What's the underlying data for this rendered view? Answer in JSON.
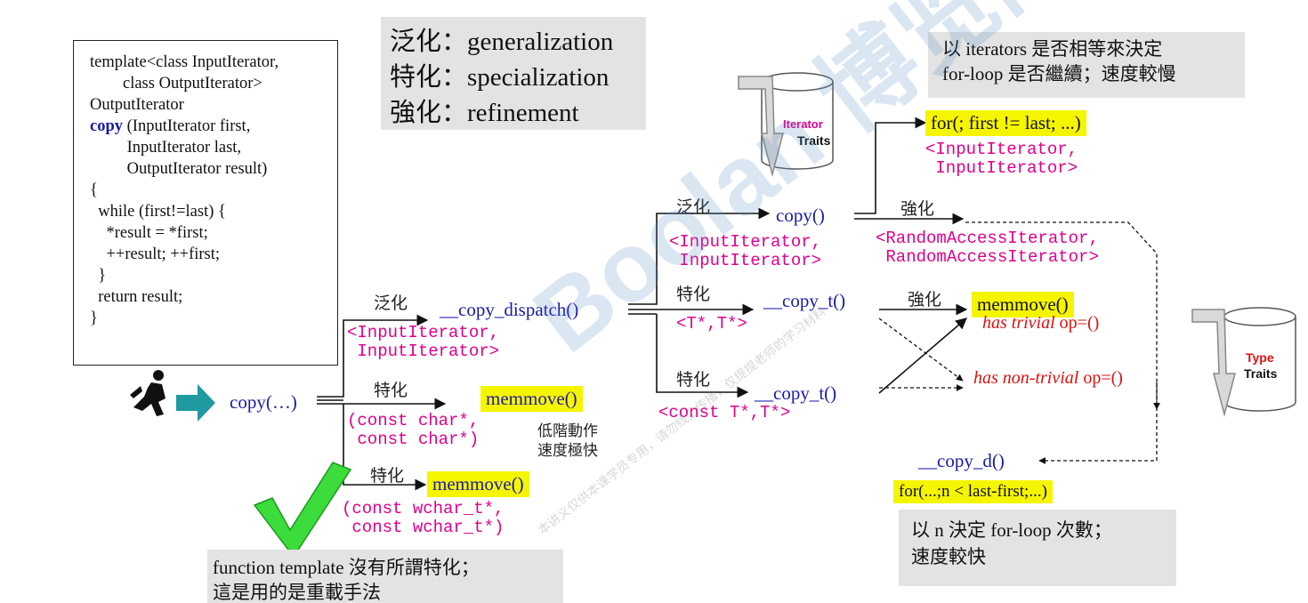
{
  "code": {
    "lines": [
      "template<class InputIterator,",
      "        class OutputIterator>",
      "OutputIterator",
      "",
      "         InputIterator last,",
      "         OutputIterator result)",
      "{",
      "  while (first!=last) {",
      "    *result = *first;",
      "    ++result; ++first;",
      "  }",
      "  return result;",
      "}"
    ],
    "copy_keyword": "copy",
    "copy_signature": " (InputIterator first,"
  },
  "legend": {
    "generalization": "泛化：generalization",
    "specialization": "特化：specialization",
    "refinement": "強化：refinement"
  },
  "note_top": {
    "line1": "以 iterators 是否相等來決定",
    "line2": "for-loop 是否繼續；速度較慢"
  },
  "note_bottom_right": {
    "line1": "以 n 決定 for-loop 次數；",
    "line2": "速度較快"
  },
  "note_bottom_left": {
    "line1": "function template 沒有所謂特化；",
    "line2": "這是用的是重載手法"
  },
  "labels": {
    "generalize": "泛化",
    "specialize": "特化",
    "refine": "強化",
    "iterator": "Iterator",
    "traits": "Traits",
    "type": "Type",
    "lowlevel1": "低階動作",
    "lowlevel2": "速度極快",
    "watermark": "Boolan 博览网",
    "watermark_small": "本讲义仅供本课学员专用，请勿线上传播，仅提提老师的学习材料"
  },
  "functions": {
    "copy_call": "copy(…)",
    "copy_dispatch": "__copy_dispatch()",
    "copy_inner": "copy()",
    "copy_t1": "__copy_t()",
    "copy_t2": "__copy_t()",
    "copy_d": "__copy_d()",
    "memmove1": "memmove()",
    "memmove2": "memmove()",
    "memmove3": "memmove()",
    "for_iter": "for(; first != last; ...)",
    "for_n": "for(...;n < last-first;...)"
  },
  "templates": {
    "input_input": "<InputIterator,\n InputIterator>",
    "const_char": "(const char*,\n const char*)",
    "const_wchar": "(const wchar_t*,\n const wchar_t*)",
    "input_input2": "<InputIterator,\n InputIterator>",
    "t_t": "<T*,T*>",
    "const_t_t": "<const T*,T*>",
    "for_input_input": "<InputIterator,\n InputIterator>",
    "random_random": "<RandomAccessIterator,\n RandomAccessIterator>"
  },
  "ops": {
    "trivial_prefix": "has trivial",
    "trivial_op": " op=()",
    "nontrivial_prefix": "has non-trivial",
    "nontrivial_op": " op=()"
  },
  "colors": {
    "function_blue": "#1a1aa8",
    "template_magenta": "#e0008c",
    "highlight_yellow": "#f6f500",
    "note_gray": "#e3e3e3",
    "op_red": "#dd1010",
    "arrow_teal": "#1e9aa0",
    "check_green": "#22cc22"
  },
  "icons": {
    "runner": "running-man-icon",
    "arrow": "teal-right-arrow-icon",
    "check": "green-checkmark-icon",
    "iterator_traits": "cylinder-icon",
    "type_traits": "cylinder-icon"
  }
}
